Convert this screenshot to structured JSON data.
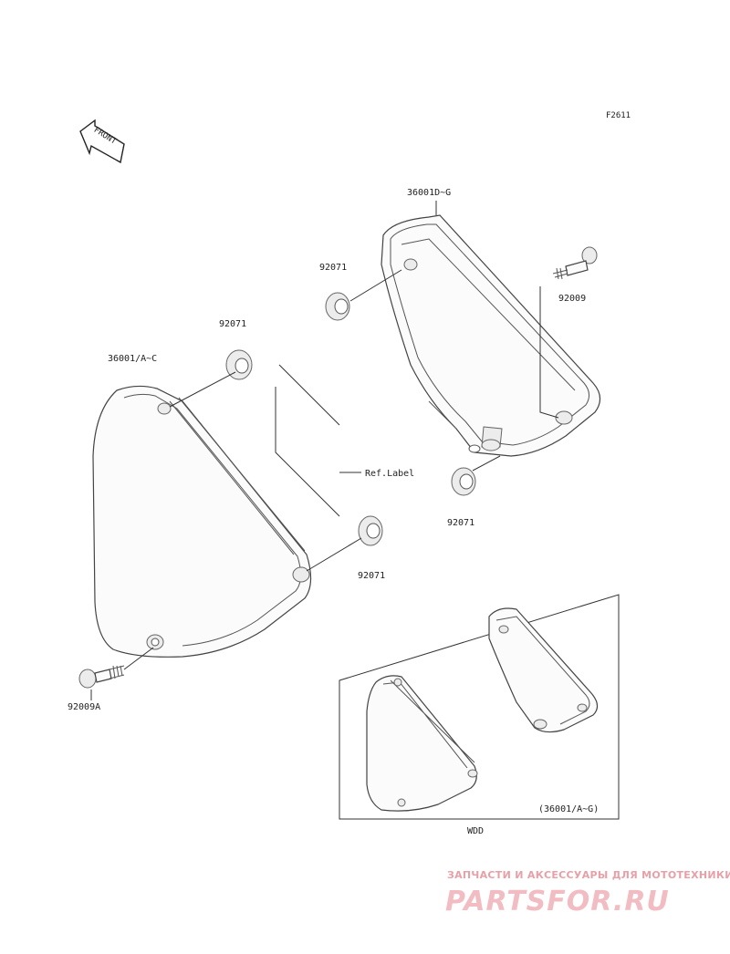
{
  "figure_code": "F2611",
  "front_arrow_label": "FRONT",
  "callouts": {
    "cover_right": "36001D~G",
    "grommet_upper_right": "92071",
    "bolt_right": "92009",
    "grommet_lower_right": "92071",
    "grommet_upper_left": "92071",
    "cover_left": "36001/A~C",
    "ref_label": "Ref.Label",
    "grommet_lower_left": "92071",
    "bolt_left": "92009A"
  },
  "inset": {
    "callout": "(36001/A~G)",
    "caption": "WDD"
  },
  "watermark": {
    "tagline": "ЗАПЧАСТИ И АКСЕССУАРЫ ДЛЯ МОТОТЕХНИКИ",
    "logo": "PARTSFOR.RU"
  }
}
